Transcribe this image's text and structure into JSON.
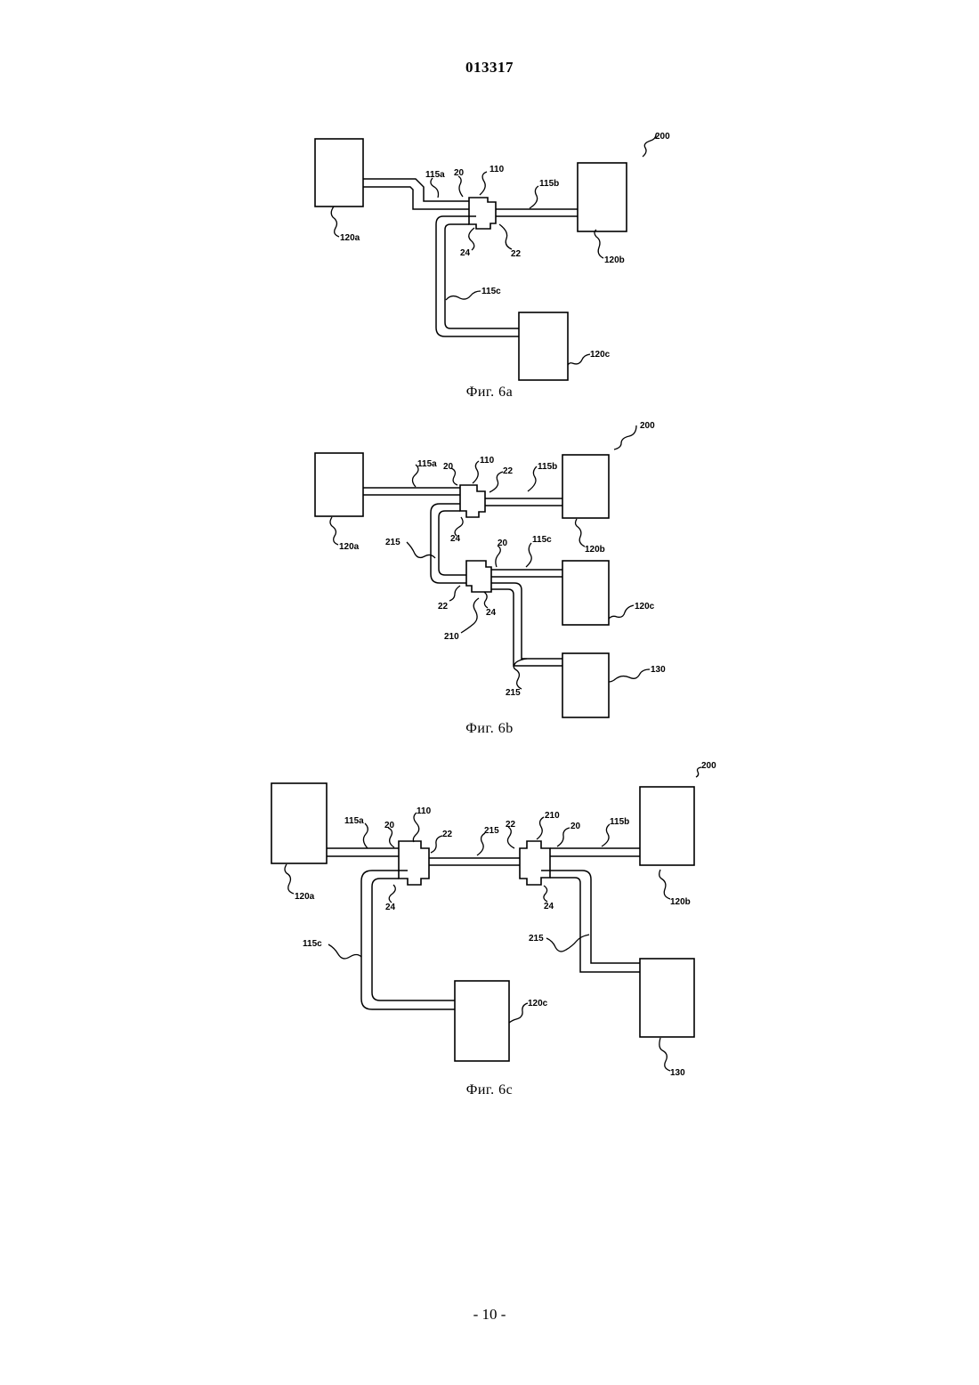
{
  "header": {
    "doc_number": "013317"
  },
  "footer": {
    "page_number": "- 10 -"
  },
  "figures": [
    {
      "caption": "Фиг. 6a",
      "labels": {
        "system": "200",
        "hub": "110",
        "port_in": "20",
        "port_out": "22",
        "port_branch": "24",
        "cable_a": "115a",
        "cable_b": "115b",
        "cable_c": "115c",
        "device_a": "120a",
        "device_b": "120b",
        "device_c": "120c"
      }
    },
    {
      "caption": "Фиг. 6b",
      "labels": {
        "system": "200",
        "hub": "110",
        "hub2": "210",
        "port_in": "20",
        "port_out": "22",
        "port_branch": "24",
        "port_in2": "20",
        "port_out2": "22",
        "port_branch2": "24",
        "cable_a": "115a",
        "cable_b": "115b",
        "cable_c": "115c",
        "link": "215",
        "link2": "215",
        "device_a": "120a",
        "device_b": "120b",
        "device_c": "120c",
        "device_d": "130"
      }
    },
    {
      "caption": "Фиг. 6c",
      "labels": {
        "system": "200",
        "hub": "110",
        "hub2": "210",
        "port_in": "20",
        "port_out": "22",
        "port_branch": "24",
        "port_in2": "20",
        "port_out2": "22",
        "port_branch2": "24",
        "cable_a": "115a",
        "cable_b": "115b",
        "cable_c": "115c",
        "link": "215",
        "link2": "215",
        "device_a": "120a",
        "device_b": "120b",
        "device_c": "120c",
        "device_d": "130"
      }
    }
  ]
}
